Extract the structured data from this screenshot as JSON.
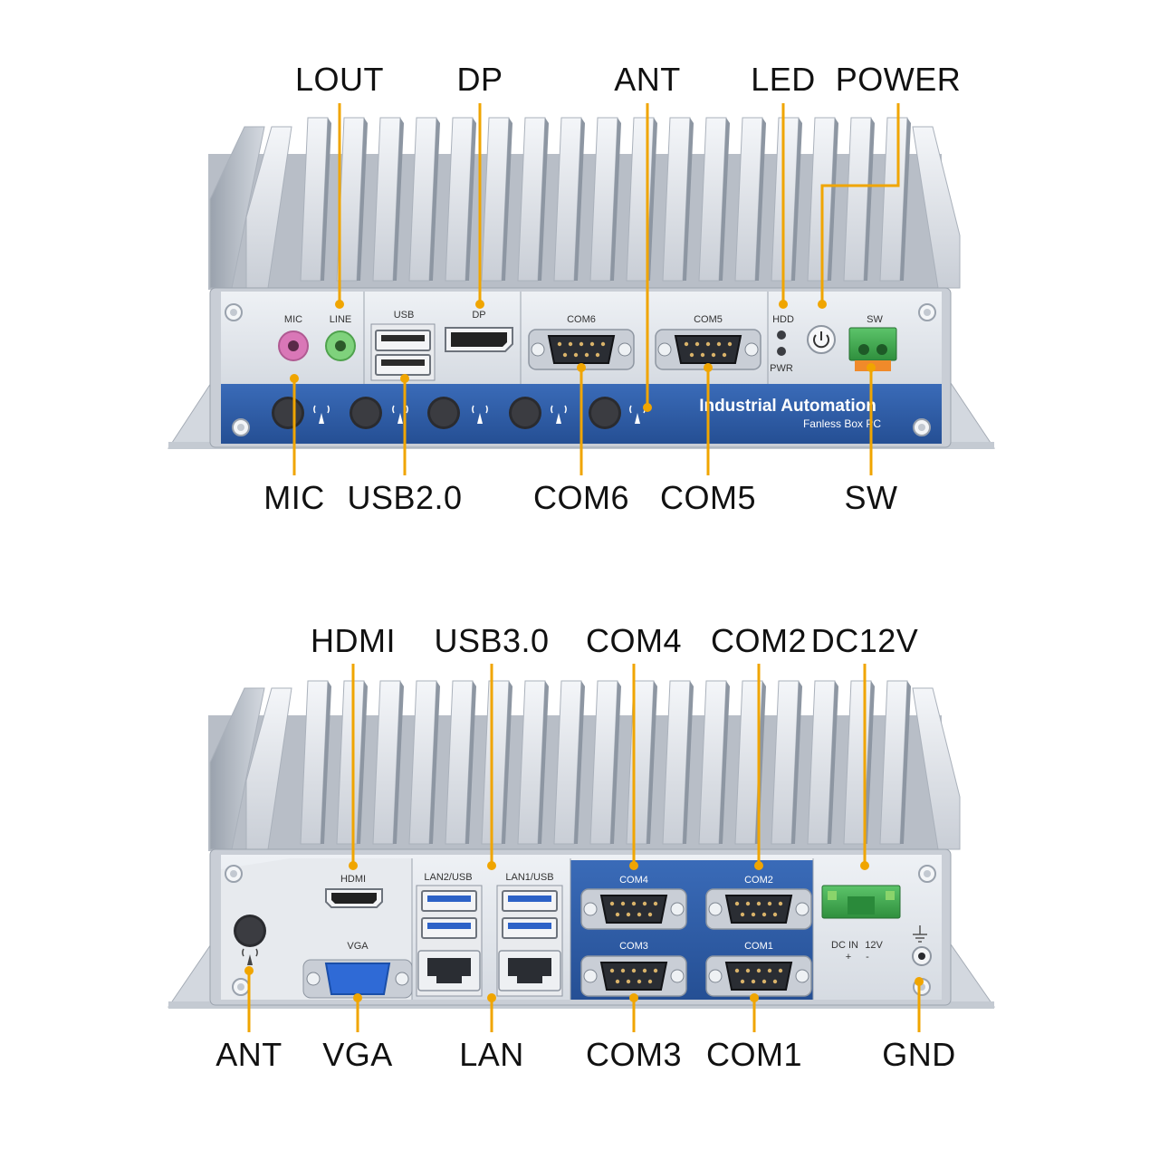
{
  "top_panel": {
    "callouts_top": [
      "LOUT",
      "DP",
      "ANT",
      "LED",
      "POWER"
    ],
    "callouts_bottom": [
      "MIC",
      "USB2.0",
      "COM6",
      "COM5",
      "SW"
    ],
    "port_labels": {
      "mic": "MIC",
      "line": "LINE",
      "usb": "USB",
      "dp": "DP",
      "com6": "COM6",
      "com5": "COM5",
      "hdd": "HDD",
      "pwr": "PWR",
      "sw": "SW"
    },
    "brand_line1": "Industrial Automation",
    "brand_line2": "Fanless Box PC"
  },
  "bottom_panel": {
    "callouts_top": [
      "HDMI",
      "USB3.0",
      "COM4",
      "COM2",
      "DC12V"
    ],
    "callouts_bottom": [
      "ANT",
      "VGA",
      "LAN",
      "COM3",
      "COM1",
      "GND"
    ],
    "port_labels": {
      "hdmi": "HDMI",
      "vga": "VGA",
      "lan2usb": "LAN2/USB",
      "lan1usb": "LAN1/USB",
      "com4": "COM4",
      "com2": "COM2",
      "com3": "COM3",
      "com1": "COM1",
      "dcin": "DC IN",
      "v12": "12V",
      "plus": "+",
      "minus": "-"
    }
  },
  "colors": {
    "accent": "#f0a500",
    "panel_blue": "#2f5ea8",
    "chassis": "#dfe3ea",
    "terminal_green": "#3aa84a"
  }
}
